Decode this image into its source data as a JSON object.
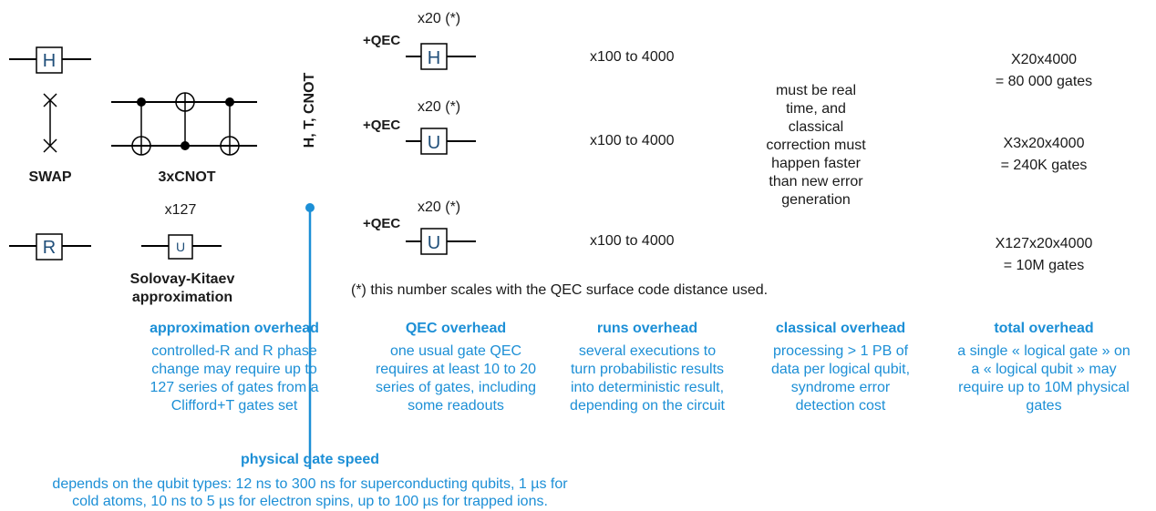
{
  "gates": {
    "h": "H",
    "r": "R",
    "u": "U",
    "swap_label": "SWAP",
    "cnot_label": "3xCNOT",
    "x127": "x127",
    "sk_line1": "Solovay-Kitaev",
    "sk_line2": "approximation",
    "vertical_label": "H, T, CNOT"
  },
  "qec_rows": [
    {
      "prefix": "+QEC",
      "count": "x20 (*)",
      "gate": "H",
      "runs": "x100 to 4000",
      "total1": "X20x4000",
      "total2": "= 80 000 gates"
    },
    {
      "prefix": "+QEC",
      "count": "x20 (*)",
      "gate": "U",
      "runs": "x100 to 4000",
      "total1": "X3x20x4000",
      "total2": "= 240K gates"
    },
    {
      "prefix": "+QEC",
      "count": "x20 (*)",
      "gate": "U",
      "runs": "x100 to 4000",
      "total1": "X127x20x4000",
      "total2": "= 10M gates"
    }
  ],
  "classical_note": [
    "must be real",
    "time, and",
    "classical",
    "correction must",
    "happen faster",
    "than new error",
    "generation"
  ],
  "footnote": "(*) this number scales with the QEC surface code distance used.",
  "overheads": [
    {
      "title": "approximation overhead",
      "lines": [
        "controlled-R and R phase",
        "change may require up to",
        "127 series of gates from a",
        "Clifford+T gates set"
      ]
    },
    {
      "title": "QEC overhead",
      "lines": [
        "one usual gate QEC",
        "requires at least 10 to 20",
        "series of gates, including",
        "some readouts"
      ]
    },
    {
      "title": "runs overhead",
      "lines": [
        "several executions to",
        "turn probabilistic results",
        "into deterministic result,",
        "depending on the circuit"
      ]
    },
    {
      "title": "classical overhead",
      "lines": [
        "processing > 1 PB of",
        "data per logical qubit,",
        "syndrome error",
        "detection cost"
      ]
    },
    {
      "title": "total overhead",
      "lines": [
        "a single « logical gate » on",
        "a « logical qubit » may",
        "require up to 10M physical",
        "gates"
      ]
    }
  ],
  "physical": {
    "title": "physical gate speed",
    "line1": "depends on the qubit types: 12 ns to 300 ns for superconducting qubits, 1 µs for",
    "line2": "cold atoms, 10 ns to 5 µs for electron spins, up to 100 µs for trapped ions."
  },
  "colors": {
    "accent": "#1c8fd6",
    "gate_text": "#1f4e79"
  }
}
